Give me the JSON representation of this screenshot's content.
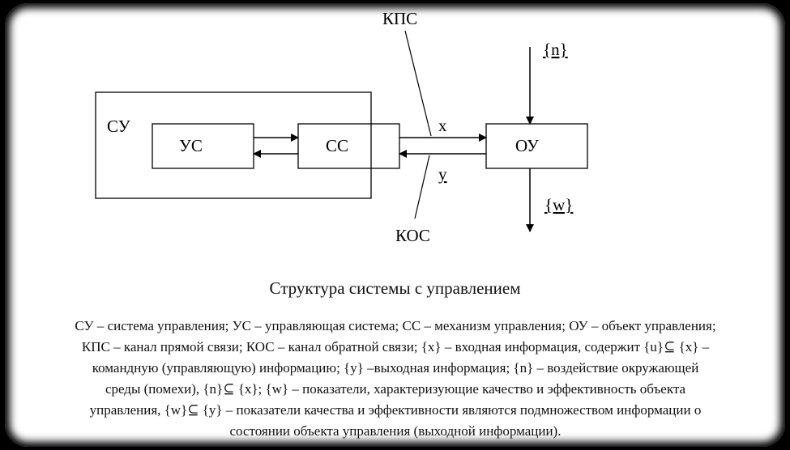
{
  "diagram": {
    "blocks": {
      "su": "СУ",
      "us": "УС",
      "ss": "СС",
      "ou": "ОУ"
    },
    "channels": {
      "kps": "КПС",
      "kos": "КОС"
    },
    "signals": {
      "x": "x",
      "y": "y",
      "n": "{n}",
      "w": "{w}"
    }
  },
  "caption": "Структура системы с управлением",
  "legend": [
    "СУ – система управления; УС – управляющая система; СС – механизм управления; ОУ – объект управления;",
    "КПС – канал прямой связи; КОС – канал обратной связи;  {x} – входная информация, содержит {u}⊆ {x} –",
    "командную (управляющую) информацию;  {y} –выходная информация;  {n} – воздействие окружающей",
    "среды (помехи), {n}⊆  {x};   {w}  – показатели, характеризующие качество и эффективность объекта",
    "управления, {w}⊆ {y} – показатели качества и эффективности являются подмножеством информации о",
    "состоянии объекта управления (выходной информации)."
  ]
}
